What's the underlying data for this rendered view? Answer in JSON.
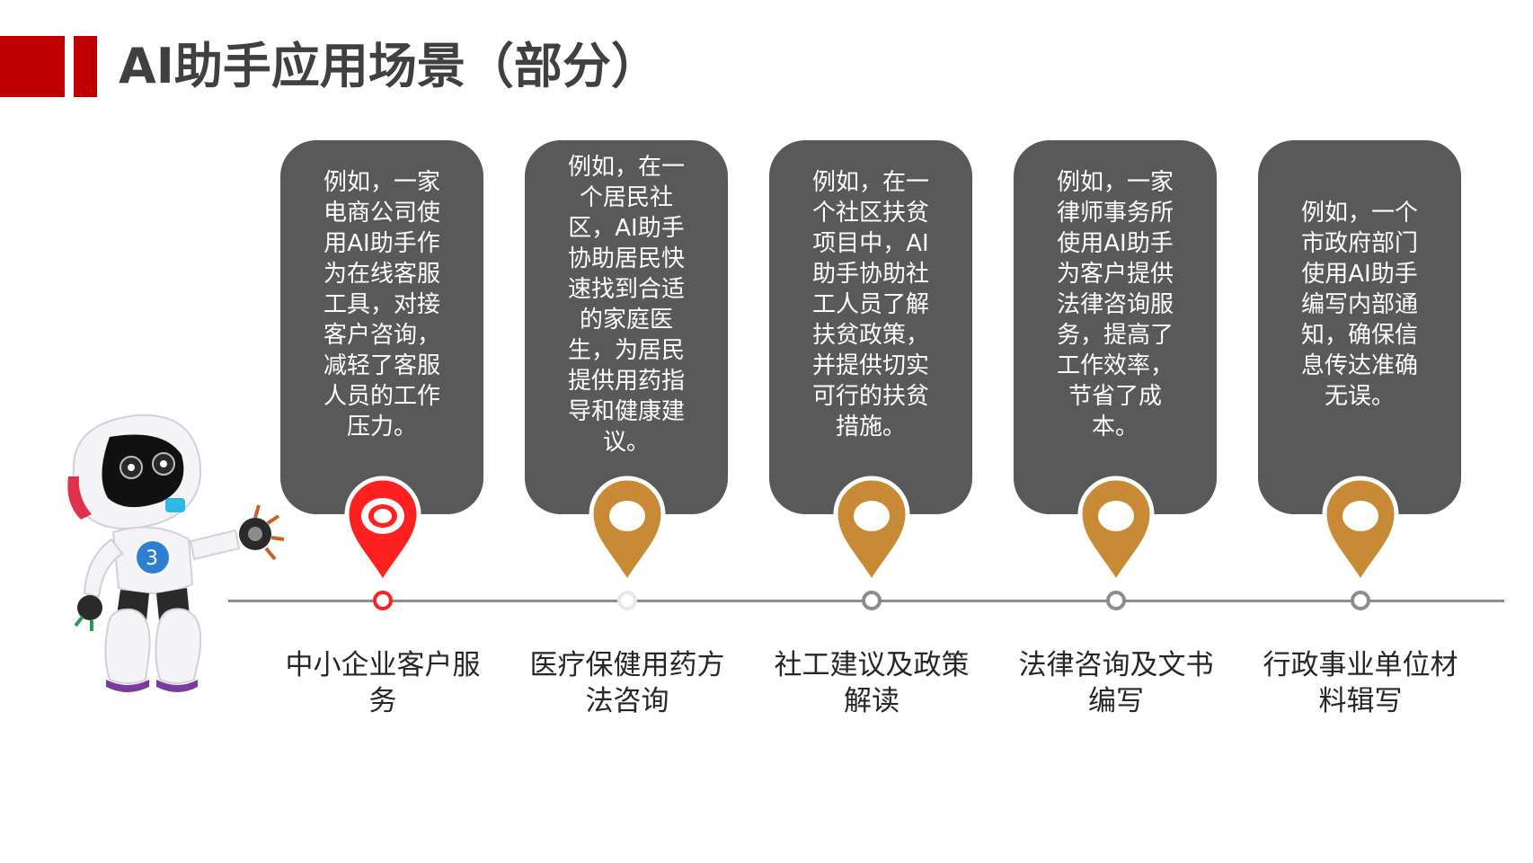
{
  "title": "AI助手应用场景（部分）",
  "colors": {
    "accent": "#c00000",
    "card": "#595959",
    "pin_active": "#ff2020",
    "pin": "#c98a35",
    "line": "#8c8c8c"
  },
  "scenarios": [
    {
      "description": "例如，一家电商公司使用AI助手作为在线客服工具，对接客户咨询，减轻了客服人员的工作压力。",
      "label": "中小企业客户服务",
      "pin_icon": "location-pin-icon"
    },
    {
      "description": "例如，在一个居民社区，AI助手协助居民快速找到合适的家庭医生，为居民提供用药指导和健康建议。",
      "label": "医疗保健用药方法咨询",
      "pin_icon": "location-pin-icon"
    },
    {
      "description": "例如，在一个社区扶贫项目中，AI助手协助社工人员了解扶贫政策，并提供切实可行的扶贫措施。",
      "label": "社工建议及政策解读",
      "pin_icon": "location-pin-icon"
    },
    {
      "description": "例如，一家律师事务所使用AI助手为客户提供法律咨询服务，提高了工作效率，节省了成本。",
      "label": "法律咨询及文书编写",
      "pin_icon": "location-pin-icon"
    },
    {
      "description": "例如，一个市政府部门使用AI助手编写内部通知，确保信息传达准确无误。",
      "label": "行政事业单位材料辑写",
      "pin_icon": "location-pin-icon"
    }
  ]
}
